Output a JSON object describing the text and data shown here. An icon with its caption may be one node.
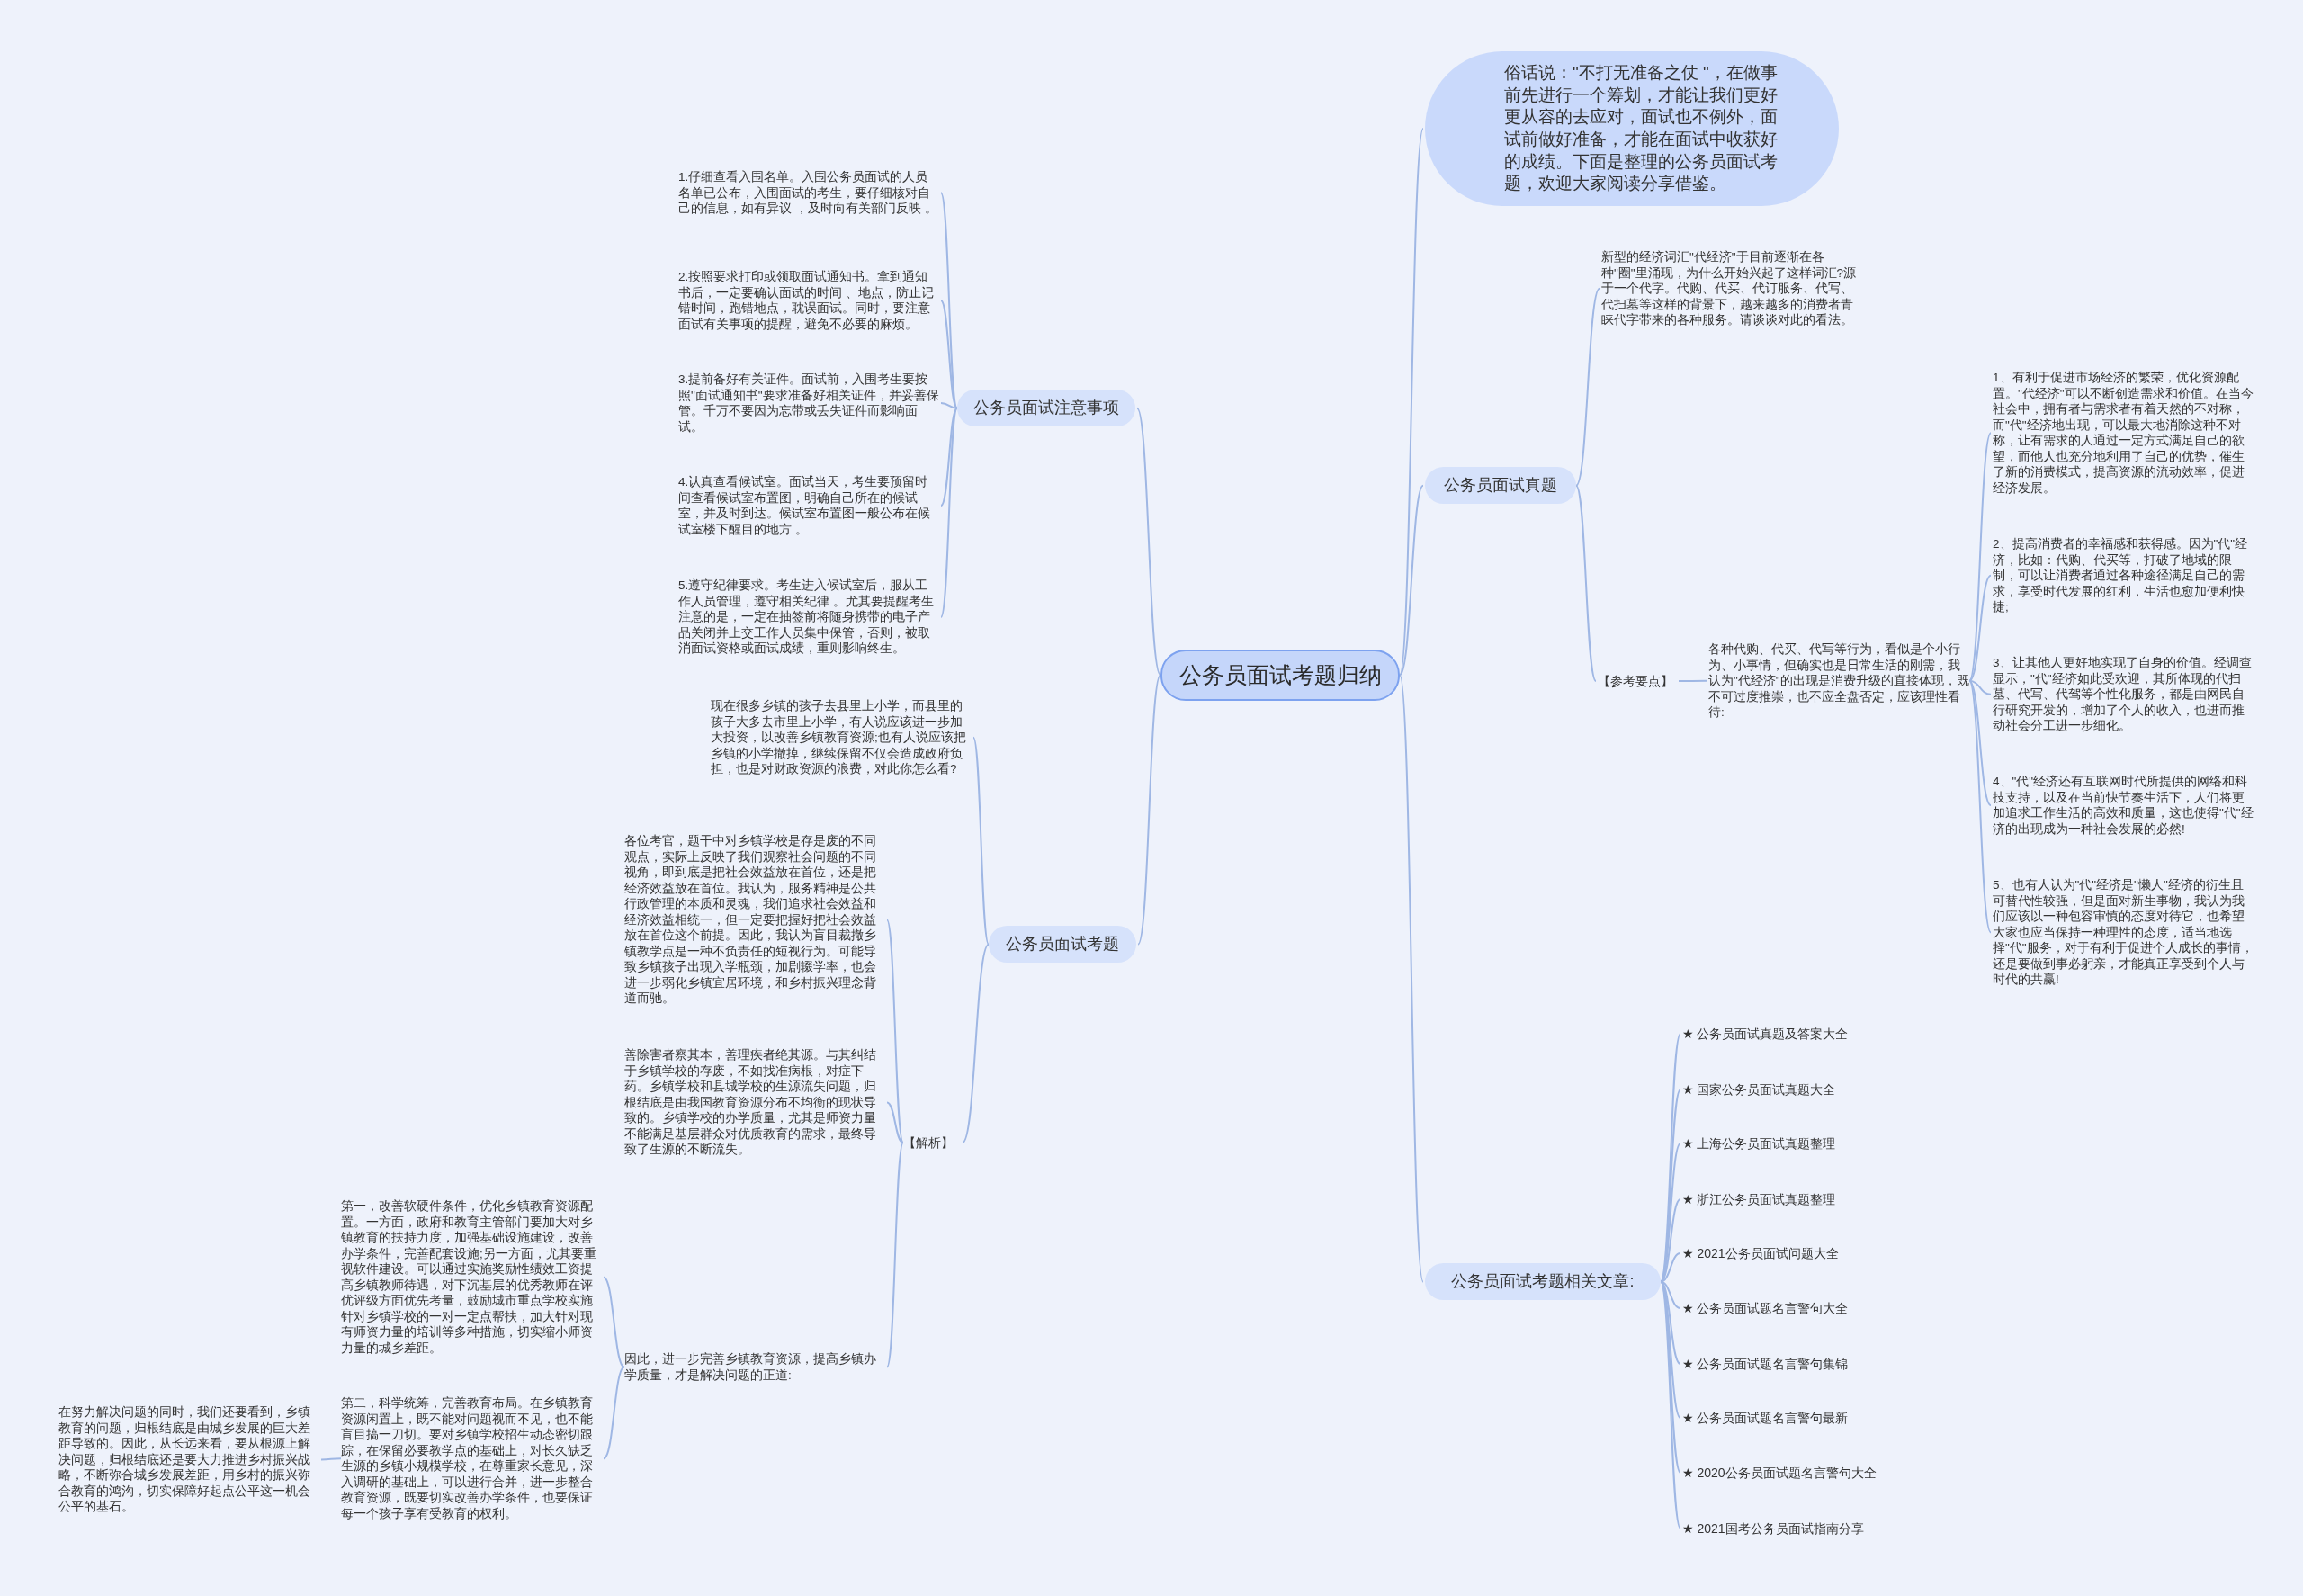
{
  "diagram": {
    "nodes": [
      {
        "text": [
          "公务员面试考题归纳"
        ]
      },
      {
        "text": [
          "俗话说：\"不打无准备之仗 \"，在做事前先进行一个筹划，才能让我们更好更从容的去应对，面试也不例外，面试前做好准备，才能在面试中收获好的成绩。下面是整理的公务员面试考题，欢迎大家阅读分享借鉴。"
        ]
      },
      {
        "text": [
          "公务员面试真题"
        ]
      },
      {
        "text": [
          "新型的经济词汇\"代经济\"于目前逐渐在各种\"圈\"里涌现，为什么开始兴起了这样词汇?源于一个代字。代购、代买、代订服务、代写、代扫墓等这样的背景下，越来越多的消费者青睐代字带来的各种服务。请谈谈对此的看法。"
        ]
      },
      {
        "text": [
          "【参考要点】"
        ]
      },
      {
        "text": [
          "各种代购、代买、代写等行为，看似是个小行为、小事情，但确实也是日常生活的刚需，我认为\"代经济\"的出现是消费升级的直接体现，既不可过度推崇，也不应全盘否定，应该理性看待:"
        ]
      },
      {
        "text": [
          "1、有利于促进市场经济的繁荣，优化资源配置。\"代经济\"可以不断创造需求和价值。在当今社会中，拥有者与需求者有着天然的不对称，而\"代\"经济地出现，可以最大地消除这种不对称，让有需求的人通过一定方式满足自己的欲望，而他人也充分地利用了自己的优势，催生了新的消费模式，提高资源的流动效率，促进经济发展。"
        ]
      },
      {
        "text": [
          "2、提高消费者的幸福感和获得感。因为\"代\"经济，比如：代购、代买等，打破了地域的限制，可以让消费者通过各种途径满足自己的需求，享受时代发展的红利，生活也愈加便利快捷;"
        ]
      },
      {
        "text": [
          "3、让其他人更好地实现了自身的价值。经调查显示，\"代\"经济如此受欢迎，其所体现的代扫墓、代写、代驾等个性化服务，都是由网民自行研究开发的，增加了个人的收入，也进而推动社会分工进一步细化。"
        ]
      },
      {
        "text": [
          "4、\"代\"经济还有互联网时代所提供的网络和科技支持，以及在当前快节奏生活下，人们将更加追求工作生活的高效和质量，这也使得\"代\"经济的出现成为一种社会发展的必然!"
        ]
      },
      {
        "text": [
          "5、也有人认为\"代\"经济是\"懒人\"经济的衍生且可替代性较强，但是面对新生事物，我认为我们应该以一种包容审慎的态度对待它，也希望大家也应当保持一种理性的态度，适当地选择\"代\"服务，对于有利于促进个人成长的事情，还是要做到事必躬亲，才能真正享受到个人与时代的共赢!"
        ]
      },
      {
        "text": [
          "公务员面试考题相关文章:"
        ]
      },
      {
        "text": [
          "★ 公务员面试真题及答案大全"
        ]
      },
      {
        "text": [
          "★ 国家公务员面试真题大全"
        ]
      },
      {
        "text": [
          "★ 上海公务员面试真题整理"
        ]
      },
      {
        "text": [
          "★ 浙江公务员面试真题整理"
        ]
      },
      {
        "text": [
          "★ 2021公务员面试问题大全"
        ]
      },
      {
        "text": [
          "★ 公务员面试题名言警句大全"
        ]
      },
      {
        "text": [
          "★ 公务员面试题名言警句集锦"
        ]
      },
      {
        "text": [
          "★ 公务员面试题名言警句最新"
        ]
      },
      {
        "text": [
          "★ 2020公务员面试题名言警句大全"
        ]
      },
      {
        "text": [
          "★ 2021国考公务员面试指南分享"
        ]
      },
      {
        "text": [
          "公务员面试注意事项"
        ]
      },
      {
        "text": [
          "1.仔细查看入围名单。入围公务员面试的人员名单已公布，入围面试的考生，要仔细核对自己的信息，如有异议 ，及时向有关部门反映 。"
        ]
      },
      {
        "text": [
          "2.按照要求打印或领取面试通知书。拿到通知书后，一定要确认面试的时间 、地点，防止记错时间，跑错地点，耽误面试。同时，要注意面试有关事项的提醒，避免不必要的麻烦。"
        ]
      },
      {
        "text": [
          "3.提前备好有关证件。面试前，入围考生要按照\"面试通知书\"要求准备好相关证件，并妥善保管。千万不要因为忘带或丢失证件而影响面试。"
        ]
      },
      {
        "text": [
          "4.认真查看候试室。面试当天，考生要预留时间查看候试室布置图，明确自己所在的候试室，并及时到达。候试室布置图一般公布在候试室楼下醒目的地方 。"
        ]
      },
      {
        "text": [
          "5.遵守纪律要求。考生进入候试室后，服从工作人员管理，遵守相关纪律 。尤其要提醒考生注意的是，一定在抽签前将随身携带的电子产品关闭并上交工作人员集中保管，否则，被取消面试资格或面试成绩，重则影响终生。"
        ]
      },
      {
        "text": [
          "公务员面试考题"
        ]
      },
      {
        "text": [
          "现在很多乡镇的孩子去县里上小学，而县里的孩子大多去市里上小学，有人说应该进一步加大投资，以改善乡镇教育资源;也有人说应该把乡镇的小学撤掉，继续保留不仅会造成政府负担，也是对财政资源的浪费，对此你怎么看?"
        ]
      },
      {
        "text": [
          "【解析】"
        ]
      },
      {
        "text": [
          "各位考官，题干中对乡镇学校是存是废的不同观点，实际上反映了我们观察社会问题的不同视角，即到底是把社会效益放在首位，还是把经济效益放在首位。我认为，服务精神是公共行政管理的本质和灵魂，我们追求社会效益和经济效益相统一，但一定要把握好把社会效益放在首位这个前提。因此，我认为盲目裁撤乡镇教学点是一种不负责任的短视行为。可能导致乡镇孩子出现入学瓶颈，加剧辍学率，也会进一步弱化乡镇宜居环境，和乡村振兴理念背道而驰。"
        ]
      },
      {
        "text": [
          "善除害者察其本，善理疾者绝其源。与其纠结于乡镇学校的存废，不如找准病根，对症下药。乡镇学校和县城学校的生源流失问题，归根结底是由我国教育资源分布不均衡的现状导致的。乡镇学校的办学质量，尤其是师资力量不能满足基层群众对优质教育的需求，最终导致了生源的不断流失。"
        ]
      },
      {
        "text": [
          "因此，进一步完善乡镇教育资源，提高乡镇办学质量，才是解决问题的正道:"
        ]
      },
      {
        "text": [
          "第一，改善软硬件条件，优化乡镇教育资源配置。一方面，政府和教育主管部门要加大对乡镇教育的扶持力度，加强基础设施建设，改善办学条件，完善配套设施;另一方面，尤其要重视软件建设。可以通过实施奖励性绩效工资提高乡镇教师待遇，对下沉基层的优秀教师在评优评级方面优先考量，鼓励城市重点学校实施针对乡镇学校的一对一定点帮扶，加大针对现有师资力量的培训等多种措施，切实缩小师资力量的城乡差距。"
        ]
      },
      {
        "text": [
          "第二，科学统筹，完善教育布局。在乡镇教育资源闲置上，既不能对问题视而不见，也不能盲目搞一刀切。要对乡镇学校招生动态密切跟踪，在保留必要教学点的基础上，对长久缺乏生源的乡镇小规模学校，在尊重家长意见，深入调研的基础上，可以进行合并，进一步整合教育资源，既要切实改善办学条件，也要保证每一个孩子享有受教育的权利。"
        ]
      },
      {
        "text": [
          "在努力解决问题的同时，我们还要看到，乡镇教育的问题，归根结底是由城乡发展的巨大差距导致的。因此，从长远来看，要从根源上解决问题，归根结底还是要大力推进乡村振兴战略，不断弥合城乡发展差距，用乡村的振兴弥合教育的鸿沟，切实保障好起点公平这一机会公平的基石。"
        ]
      }
    ],
    "edges": [
      {
        "from": 0,
        "to": 1,
        "arrow": "none"
      },
      {
        "from": 0,
        "to": 2,
        "arrow": "none"
      },
      {
        "from": 2,
        "to": 3,
        "arrow": "none"
      },
      {
        "from": 2,
        "to": 4,
        "arrow": "none"
      },
      {
        "from": 4,
        "to": 5,
        "arrow": "none"
      },
      {
        "from": 5,
        "to": 6,
        "arrow": "none"
      },
      {
        "from": 5,
        "to": 7,
        "arrow": "none"
      },
      {
        "from": 5,
        "to": 8,
        "arrow": "none"
      },
      {
        "from": 5,
        "to": 9,
        "arrow": "none"
      },
      {
        "from": 5,
        "to": 10,
        "arrow": "none"
      },
      {
        "from": 0,
        "to": 11,
        "arrow": "none"
      },
      {
        "from": 11,
        "to": 12,
        "arrow": "none"
      },
      {
        "from": 11,
        "to": 13,
        "arrow": "none"
      },
      {
        "from": 11,
        "to": 14,
        "arrow": "none"
      },
      {
        "from": 11,
        "to": 15,
        "arrow": "none"
      },
      {
        "from": 11,
        "to": 16,
        "arrow": "none"
      },
      {
        "from": 11,
        "to": 17,
        "arrow": "none"
      },
      {
        "from": 11,
        "to": 18,
        "arrow": "none"
      },
      {
        "from": 11,
        "to": 19,
        "arrow": "none"
      },
      {
        "from": 11,
        "to": 20,
        "arrow": "none"
      },
      {
        "from": 11,
        "to": 21,
        "arrow": "none"
      },
      {
        "from": 0,
        "to": 22,
        "arrow": "none"
      },
      {
        "from": 22,
        "to": 23,
        "arrow": "none"
      },
      {
        "from": 22,
        "to": 24,
        "arrow": "none"
      },
      {
        "from": 22,
        "to": 25,
        "arrow": "none"
      },
      {
        "from": 22,
        "to": 26,
        "arrow": "none"
      },
      {
        "from": 22,
        "to": 27,
        "arrow": "none"
      },
      {
        "from": 0,
        "to": 28,
        "arrow": "none"
      },
      {
        "from": 28,
        "to": 29,
        "arrow": "none"
      },
      {
        "from": 28,
        "to": 30,
        "arrow": "none"
      },
      {
        "from": 30,
        "to": 31,
        "arrow": "none"
      },
      {
        "from": 30,
        "to": 32,
        "arrow": "none"
      },
      {
        "from": 30,
        "to": 33,
        "arrow": "none"
      },
      {
        "from": 33,
        "to": 34,
        "arrow": "none"
      },
      {
        "from": 33,
        "to": 35,
        "arrow": "none"
      },
      {
        "from": 35,
        "to": 36,
        "arrow": "none"
      }
    ]
  }
}
